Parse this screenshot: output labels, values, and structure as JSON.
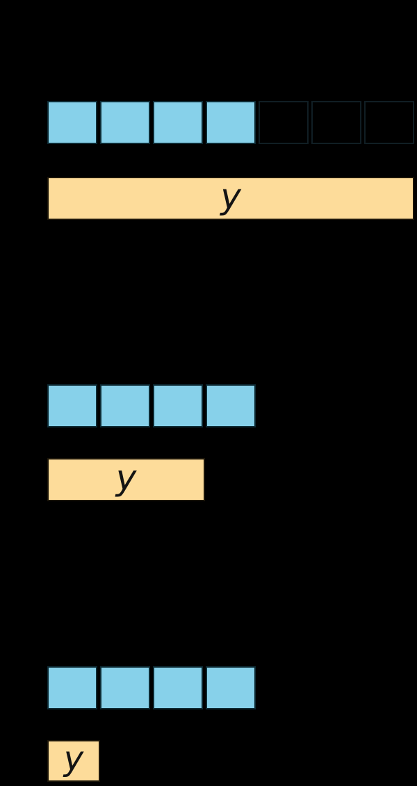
{
  "figure": {
    "description": "Three tape diagrams with unit squares and a bar labeled y",
    "background": "#000000",
    "colors": {
      "unit_fill": "#87D1EA",
      "unit_border": "#0D2A33",
      "empty_unit_fill": "#000000",
      "empty_unit_border": "#101E24",
      "bar_fill": "#FDDC9A",
      "bar_border": "#1B1509",
      "label_color": "#141414"
    },
    "diagrams": [
      {
        "row": {
          "total_cells": 7,
          "filled_cells": 4
        },
        "bar": {
          "label": "y",
          "span_units": 7
        }
      },
      {
        "row": {
          "total_cells": 4,
          "filled_cells": 4
        },
        "bar": {
          "label": "y",
          "span_units": 3
        }
      },
      {
        "row": {
          "total_cells": 4,
          "filled_cells": 4
        },
        "bar": {
          "label": "y",
          "span_units": 1
        }
      }
    ]
  }
}
